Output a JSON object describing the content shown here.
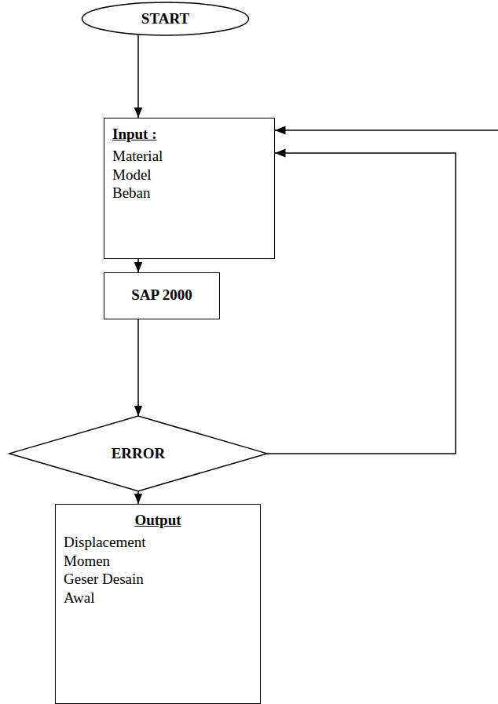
{
  "diagram": {
    "nodes": [
      {
        "text": [
          "START"
        ]
      },
      {
        "text": [
          "Input :",
          "Material Model Beban"
        ]
      },
      {
        "text": [
          "SAP 2000"
        ]
      },
      {
        "text": [
          "ERROR"
        ]
      },
      {
        "text": [
          "Output",
          "Displacement Momen Geser Desain Awal"
        ]
      }
    ],
    "edges": [
      {
        "from": 0,
        "to": 1,
        "arrow": "to"
      },
      {
        "from": 1,
        "to": 2,
        "arrow": "to"
      },
      {
        "from": 2,
        "to": 3,
        "arrow": "to"
      },
      {
        "from": 3,
        "to": 4,
        "arrow": "to"
      },
      {
        "from": 3,
        "to": 1,
        "arrow": "to"
      }
    ]
  }
}
